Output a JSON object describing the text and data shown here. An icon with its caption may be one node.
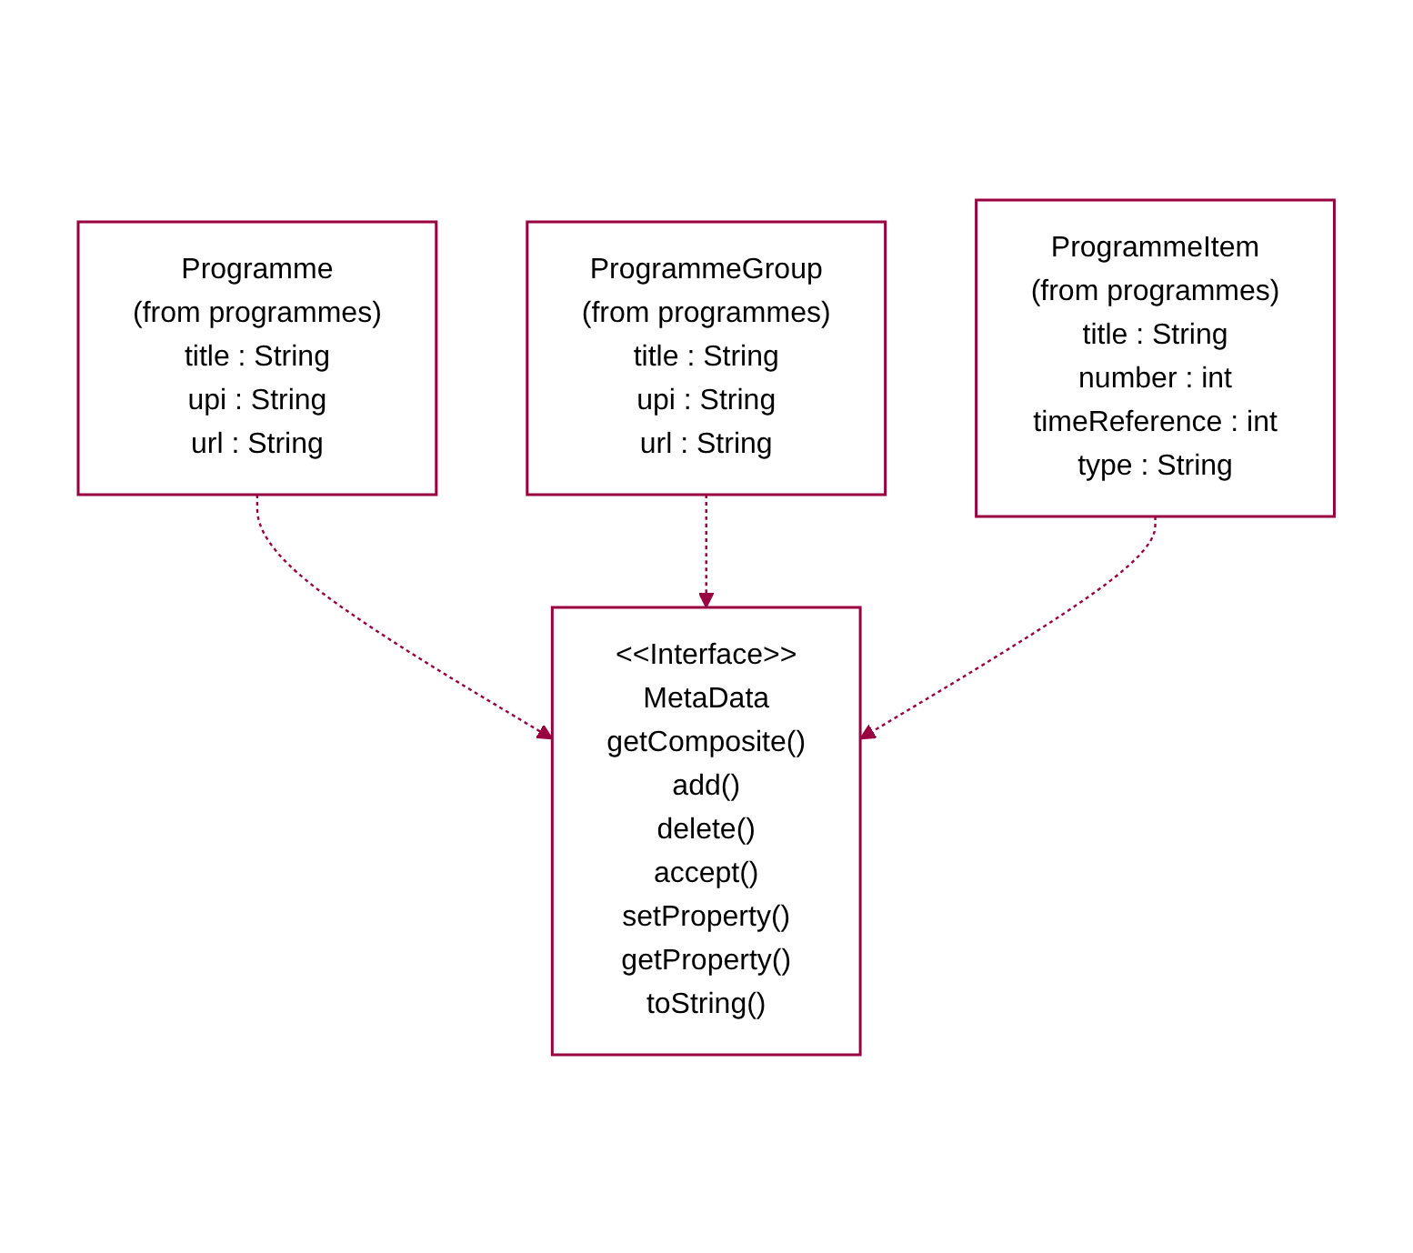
{
  "diagram": {
    "nodes": [
      {
        "text": [
          "Programme",
          "(from programmes)",
          "title : String",
          "upi : String",
          "url : String"
        ]
      },
      {
        "text": [
          "ProgrammeGroup",
          "(from programmes)",
          "title : String",
          "upi : String",
          "url : String"
        ]
      },
      {
        "text": [
          "ProgrammeItem",
          "(from programmes)",
          "title : String",
          "number : int",
          "timeReference : int",
          "type : String"
        ]
      },
      {
        "text": [
          "<<Interface>>",
          "MetaData",
          "getComposite()",
          "add()",
          "delete()",
          "accept()",
          "setProperty()",
          "getProperty()",
          "toString()"
        ]
      }
    ],
    "edges": [
      {
        "from": 0,
        "to": 3,
        "arrow": "to",
        "style": "dashed"
      },
      {
        "from": 1,
        "to": 3,
        "arrow": "to",
        "style": "dashed"
      },
      {
        "from": 2,
        "to": 3,
        "arrow": "to",
        "style": "dashed"
      }
    ]
  }
}
